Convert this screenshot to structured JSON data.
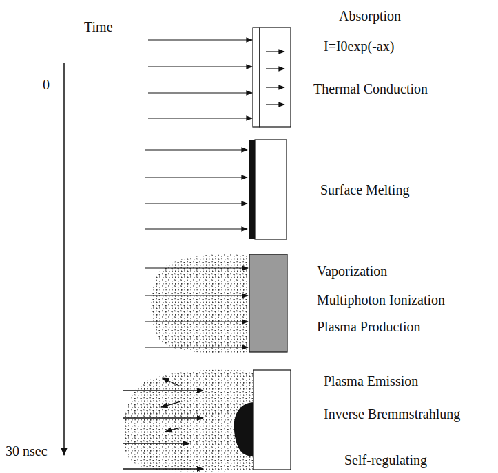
{
  "diagram": {
    "labels": [
      "Time",
      "0",
      "30 nsec",
      "Absorption",
      "I=I0exp(-ax)",
      "Thermal Conduction",
      "Surface Melting",
      "Vaporization",
      "Multiphoton Ionization",
      "Plasma Production",
      "Plasma Emission",
      "Inverse Bremmstrahlung",
      "Self-regulating"
    ]
  }
}
